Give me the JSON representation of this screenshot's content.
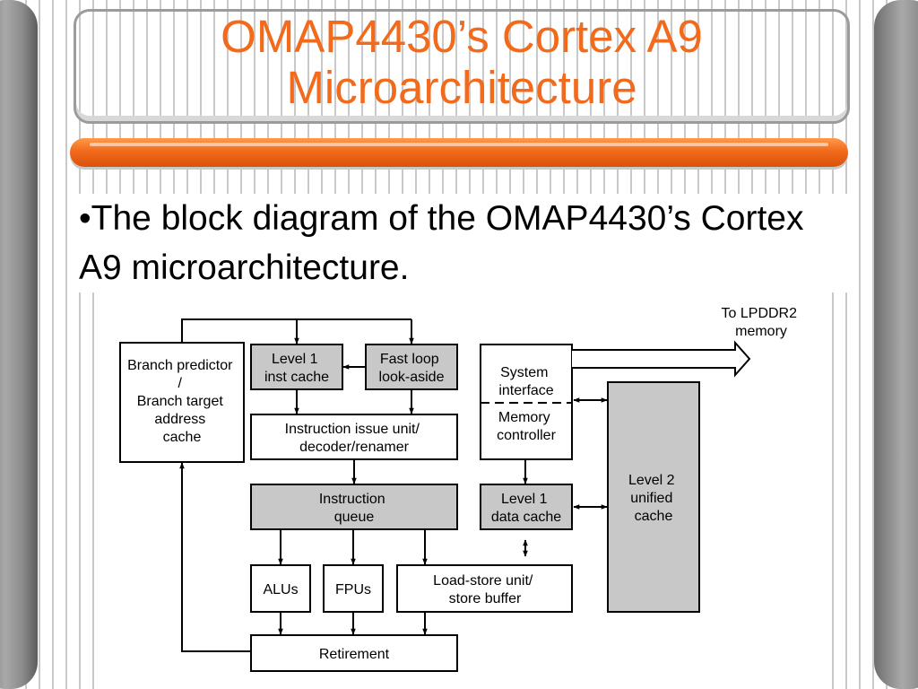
{
  "slide": {
    "title_line1": "OMAP4430’s Cortex A9",
    "title_line2": "Microarchitecture",
    "bullet": "•The block diagram of the OMAP4430’s Cortex A9 microarchitecture."
  },
  "colors": {
    "title": "#f26a1b",
    "divider": "#f26a1b",
    "block_fill_shaded": "#c8c8c8",
    "block_fill_plain": "#ffffff",
    "line": "#000000"
  },
  "diagram": {
    "blocks": {
      "branch_predictor": [
        "Branch predictor",
        "/",
        "Branch target",
        "address",
        "cache"
      ],
      "l1_inst_cache": [
        "Level 1",
        "inst cache"
      ],
      "fast_loop": [
        "Fast loop",
        "look-aside"
      ],
      "issue_unit": [
        "Instruction issue unit/",
        "decoder/renamer"
      ],
      "instruction_queue": [
        "Instruction",
        "queue"
      ],
      "alus": [
        "ALUs"
      ],
      "fpus": [
        "FPUs"
      ],
      "load_store": [
        "Load-store unit/",
        "store buffer"
      ],
      "retirement": [
        "Retirement"
      ],
      "system_interface": [
        "System",
        "interface"
      ],
      "memory_controller": [
        "Memory",
        "controller"
      ],
      "l1_data_cache": [
        "Level 1",
        "data cache"
      ],
      "l2_cache": [
        "Level 2",
        "unified",
        "cache"
      ]
    },
    "external_label": [
      "To LPDDR2",
      "memory"
    ]
  }
}
